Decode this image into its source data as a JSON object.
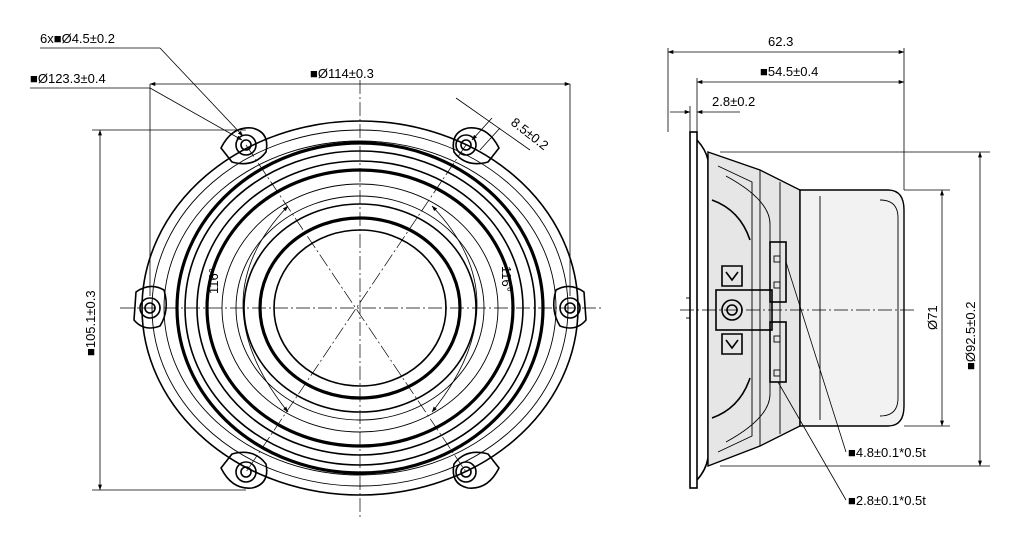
{
  "front_view": {
    "mount_holes": "6x■Ø4.5±0.2",
    "bolt_circle": "■Ø123.3±0.4",
    "outer_diameter": "■Ø114±0.3",
    "slot_width": "8.5±0.2",
    "height": "■105.1±0.3",
    "angle_left": "116°",
    "angle_right": "116°"
  },
  "side_view": {
    "total_depth": "62.3",
    "mount_depth": "■54.5±0.4",
    "flange_thickness": "2.8±0.2",
    "magnet_diameter": "Ø71",
    "frame_diameter": "■Ø92.5±0.2",
    "terminal_large": "■4.8±0.1*0.5t",
    "terminal_small": "■2.8±0.1*0.5t"
  }
}
